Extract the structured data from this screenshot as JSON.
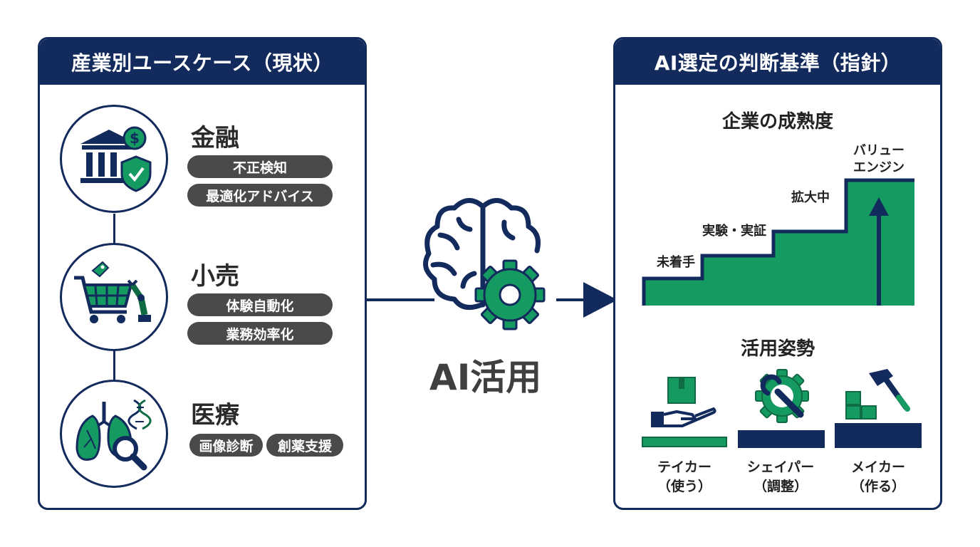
{
  "left_panel": {
    "title": "産業別ユースケース（現状）",
    "industries": [
      {
        "name": "金融",
        "icon": "bank-shield-icon",
        "tags": [
          "不正検知",
          "最適化アドバイス"
        ]
      },
      {
        "name": "小売",
        "icon": "cart-robot-arm-icon",
        "tags": [
          "体験自動化",
          "業務効率化"
        ]
      },
      {
        "name": "医療",
        "icon": "lungs-dna-magnifier-icon",
        "tags": [
          "画像診断",
          "創薬支援"
        ]
      }
    ]
  },
  "center": {
    "label": "AI活用",
    "icon": "brain-gear-icon"
  },
  "right_panel": {
    "title": "AI選定の判断基準（指針）",
    "maturity": {
      "title": "企業の成熟度",
      "steps": [
        "未着手",
        "実験・実証",
        "拡大中",
        "バリュー\nエンジン"
      ]
    },
    "posture": {
      "title": "活用姿勢",
      "roles": [
        {
          "name": "テイカー",
          "sub": "（使う）",
          "icon": "hand-box-icon"
        },
        {
          "name": "シェイパー",
          "sub": "（調整）",
          "icon": "gear-wrench-icon"
        },
        {
          "name": "メイカー",
          "sub": "（作る）",
          "icon": "hammer-blocks-icon"
        }
      ]
    }
  },
  "colors": {
    "navy": "#132a5c",
    "green": "#159a62",
    "dark_green": "#0f6b43",
    "pill_gray": "#4a4a4a"
  }
}
